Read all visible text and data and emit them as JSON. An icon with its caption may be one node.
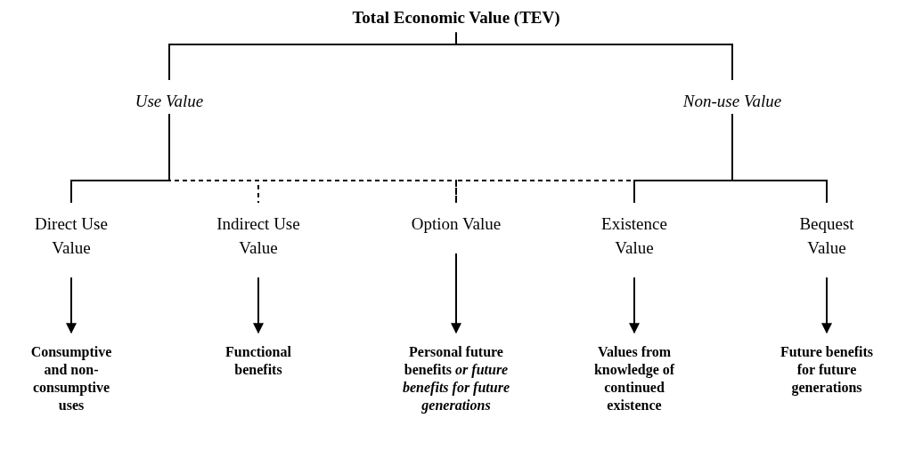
{
  "diagram": {
    "nodes": [
      {
        "text": [
          "Total Economic Value (TEV)"
        ]
      },
      {
        "text": [
          "Use Value"
        ]
      },
      {
        "text": [
          "Non-use Value"
        ]
      },
      {
        "text": [
          "Direct Use Value"
        ]
      },
      {
        "text": [
          "Indirect Use Value"
        ]
      },
      {
        "text": [
          "Option Value"
        ]
      },
      {
        "text": [
          "Existence Value"
        ]
      },
      {
        "text": [
          "Bequest Value"
        ]
      },
      {
        "text": [
          "Consumptive and non-consumptive uses"
        ]
      },
      {
        "text": [
          "Functional benefits"
        ]
      },
      {
        "text": [
          "Personal future benefits *or future benefits for future generations*"
        ]
      },
      {
        "text": [
          "Values from knowledge of continued existence"
        ]
      },
      {
        "text": [
          "Future benefits for future generations"
        ]
      }
    ],
    "edges": [
      {
        "from": 0,
        "to": 1,
        "arrow": "none"
      },
      {
        "from": 0,
        "to": 2,
        "arrow": "none"
      },
      {
        "from": 1,
        "to": 3,
        "arrow": "none"
      },
      {
        "from": 1,
        "to": 4,
        "arrow": "none",
        "style": "dashed"
      },
      {
        "from": 1,
        "to": 5,
        "arrow": "none",
        "style": "dashed"
      },
      {
        "from": 2,
        "to": 5,
        "arrow": "none",
        "style": "dashed"
      },
      {
        "from": 2,
        "to": 6,
        "arrow": "none"
      },
      {
        "from": 2,
        "to": 7,
        "arrow": "none"
      },
      {
        "from": 3,
        "to": 8,
        "arrow": "to"
      },
      {
        "from": 4,
        "to": 9,
        "arrow": "to"
      },
      {
        "from": 5,
        "to": 10,
        "arrow": "to"
      },
      {
        "from": 6,
        "to": 11,
        "arrow": "to"
      },
      {
        "from": 7,
        "to": 12,
        "arrow": "to"
      }
    ]
  }
}
